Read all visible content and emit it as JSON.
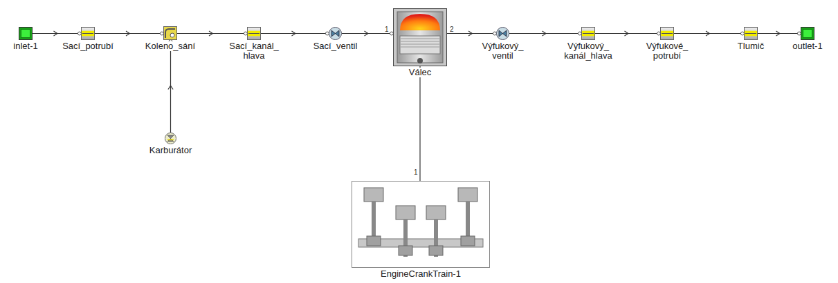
{
  "diagram": {
    "nodes": [
      {
        "text": [
          "inlet-1"
        ]
      },
      {
        "text": [
          "Sací_potrubí"
        ]
      },
      {
        "text": [
          "Koleno_sání"
        ]
      },
      {
        "text": [
          "Sací_kanál_ hlava"
        ]
      },
      {
        "text": [
          "Sací_ventil"
        ]
      },
      {
        "text": [
          "Válec"
        ]
      },
      {
        "text": [
          "Výfukový_ ventil"
        ]
      },
      {
        "text": [
          "Výfukový_ kanál_hlava"
        ]
      },
      {
        "text": [
          "Výfukové_ potrubí"
        ]
      },
      {
        "text": [
          "Tlumič"
        ]
      },
      {
        "text": [
          "outlet-1"
        ]
      },
      {
        "text": [
          "Karburátor"
        ]
      },
      {
        "text": [
          "EngineCrankTrain-1"
        ]
      }
    ],
    "edges": [
      {
        "from": 0,
        "to": 1,
        "arrow": "to"
      },
      {
        "from": 1,
        "to": 2,
        "arrow": "to"
      },
      {
        "from": 2,
        "to": 3,
        "arrow": "to"
      },
      {
        "from": 3,
        "to": 4,
        "arrow": "to"
      },
      {
        "from": 4,
        "to": 5,
        "arrow": "to"
      },
      {
        "from": 5,
        "to": 6,
        "arrow": "to"
      },
      {
        "from": 6,
        "to": 7,
        "arrow": "to"
      },
      {
        "from": 7,
        "to": 8,
        "arrow": "to"
      },
      {
        "from": 8,
        "to": 9,
        "arrow": "to"
      },
      {
        "from": 9,
        "to": 10,
        "arrow": "to"
      },
      {
        "from": 11,
        "to": 2,
        "arrow": "to"
      },
      {
        "from": 5,
        "to": 12,
        "arrow": "none"
      }
    ],
    "labels": [
      "1",
      "2",
      "1"
    ]
  }
}
